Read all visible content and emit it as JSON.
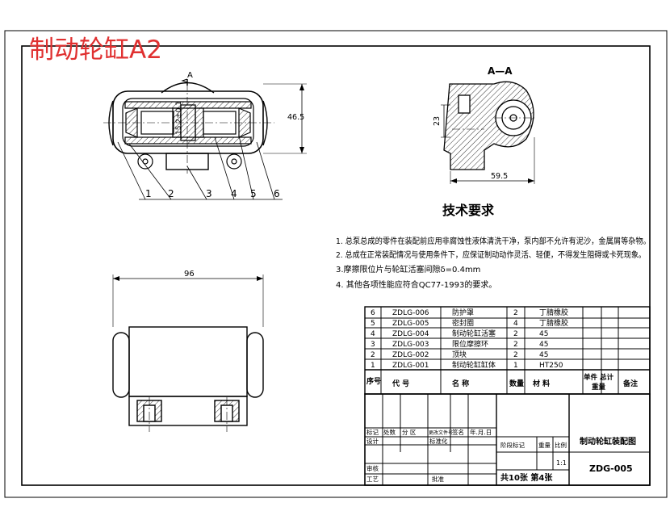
{
  "title": "制动轮缸A2",
  "view_label": "A—A",
  "section_mark": "A",
  "dimensions": {
    "height_465": "46.5",
    "dim_23": "23",
    "dim_595": "59.5",
    "dim_96": "96",
    "small_dim": "15.2±0.1"
  },
  "part_callouts": [
    "1",
    "2",
    "3",
    "4",
    "5",
    "6"
  ],
  "tech_requirements": {
    "heading": "技术要求",
    "items": [
      "1. 总泵总成的零件在装配前应用非腐蚀性液体清洗干净，泵内部不允许有泥沙，金属屑等杂物。",
      "2. 总成在正常装配情况与使用条件下，应保证制动动作灵活、轻便，不得发生阻碍或卡死现象。",
      "3.摩擦限位片与轮缸活塞间隙δ=0.4mm",
      "4. 其他各项性能应符合QC77-1993的要求。"
    ]
  },
  "parts_list": {
    "rows": [
      {
        "no": "6",
        "code": "ZDLG-006",
        "name": "防护罩",
        "qty": "2",
        "material": "丁腈橡胶"
      },
      {
        "no": "5",
        "code": "ZDLG-005",
        "name": "密封圈",
        "qty": "4",
        "material": "丁腈橡胶"
      },
      {
        "no": "4",
        "code": "ZDLG-004",
        "name": "制动轮缸活塞",
        "qty": "2",
        "material": "45"
      },
      {
        "no": "3",
        "code": "ZDLG-003",
        "name": "限位摩擦环",
        "qty": "2",
        "material": "45"
      },
      {
        "no": "2",
        "code": "ZDLG-002",
        "name": "顶块",
        "qty": "2",
        "material": "45"
      },
      {
        "no": "1",
        "code": "ZDLG-001",
        "name": "制动轮缸缸体",
        "qty": "1",
        "material": "HT250"
      }
    ],
    "header": {
      "no": "序号",
      "code": "代 号",
      "name": "名 称",
      "qty": "数量",
      "material": "材 料",
      "weight": "单件 总计",
      "weight2": "重量",
      "remark": "备注"
    }
  },
  "title_block": {
    "drawing_name": "制动轮缸装配图",
    "drawing_no": "ZDG-005",
    "scale": "1:1",
    "sheets": "共10张  第4张",
    "row_labels": [
      "标记",
      "处数",
      "分 区",
      "更改文件号",
      "签名",
      "年.月.日"
    ],
    "design": "设计",
    "standardize": "标准化",
    "review": "审核",
    "process": "工艺",
    "approve": "批准",
    "stage_mark": "阶段标记",
    "weight": "重量",
    "scale_label": "比例"
  }
}
